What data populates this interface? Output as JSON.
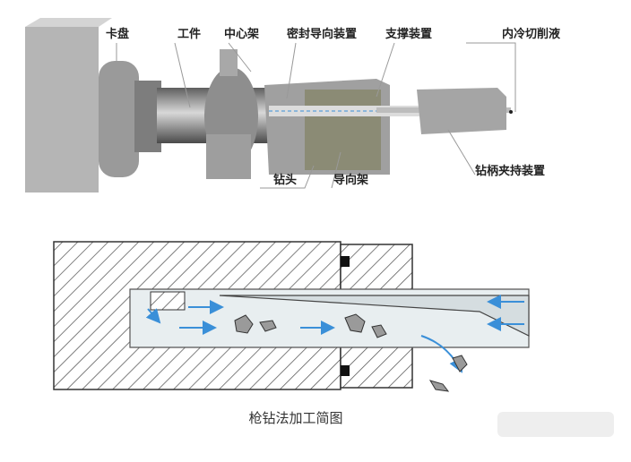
{
  "top_diagram": {
    "labels": {
      "chuck": "卡盘",
      "workpiece": "工件",
      "steady_rest": "中心架",
      "seal_guide": "密封导向装置",
      "support": "支撑装置",
      "coolant": "内冷切削液",
      "drill_head": "钻头",
      "guide_frame": "导向架",
      "shank_holder": "钻柄夹持装置"
    }
  },
  "bottom_diagram": {
    "caption": "枪钻法加工简图"
  },
  "colors": {
    "metal": "#8c8c8c",
    "coolant_arrow": "#3a8fd8",
    "hatch": "#555555"
  }
}
